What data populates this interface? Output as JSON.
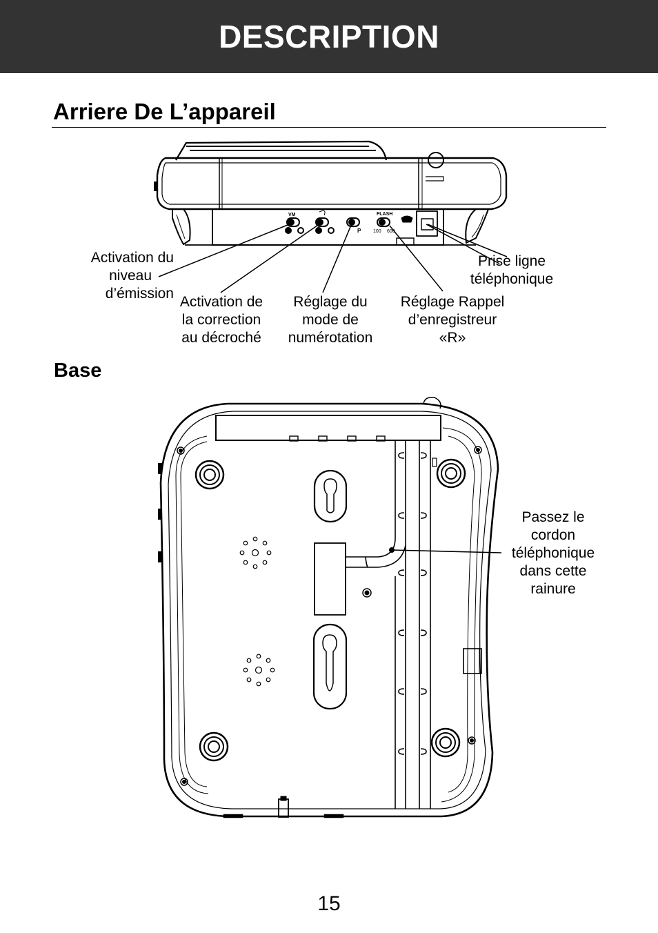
{
  "header": {
    "title": "DESCRIPTION"
  },
  "sections": {
    "rear": {
      "title": "Arriere De L’appareil"
    },
    "base": {
      "title": "Base"
    }
  },
  "rear_panel": {
    "switch_labels": {
      "vm": "VM",
      "flash": "FLASH",
      "p": "P",
      "v100": "100",
      "v600": "600"
    }
  },
  "callouts": {
    "vm_level": [
      "Activation du",
      "niveau",
      "d’émission"
    ],
    "offhook": [
      "Activation de",
      "la correction",
      "au décroché"
    ],
    "dial_mode": [
      "Réglage du",
      "mode de",
      "numérotation"
    ],
    "flash": [
      "Réglage Rappel",
      "d’enregistreur",
      "«R»"
    ],
    "line_jack": [
      "Prise ligne",
      "téléphonique"
    ],
    "cord_groove": [
      "Passez le",
      "cordon",
      "téléphonique",
      "dans cette",
      "rainure"
    ]
  },
  "page_number": "15"
}
